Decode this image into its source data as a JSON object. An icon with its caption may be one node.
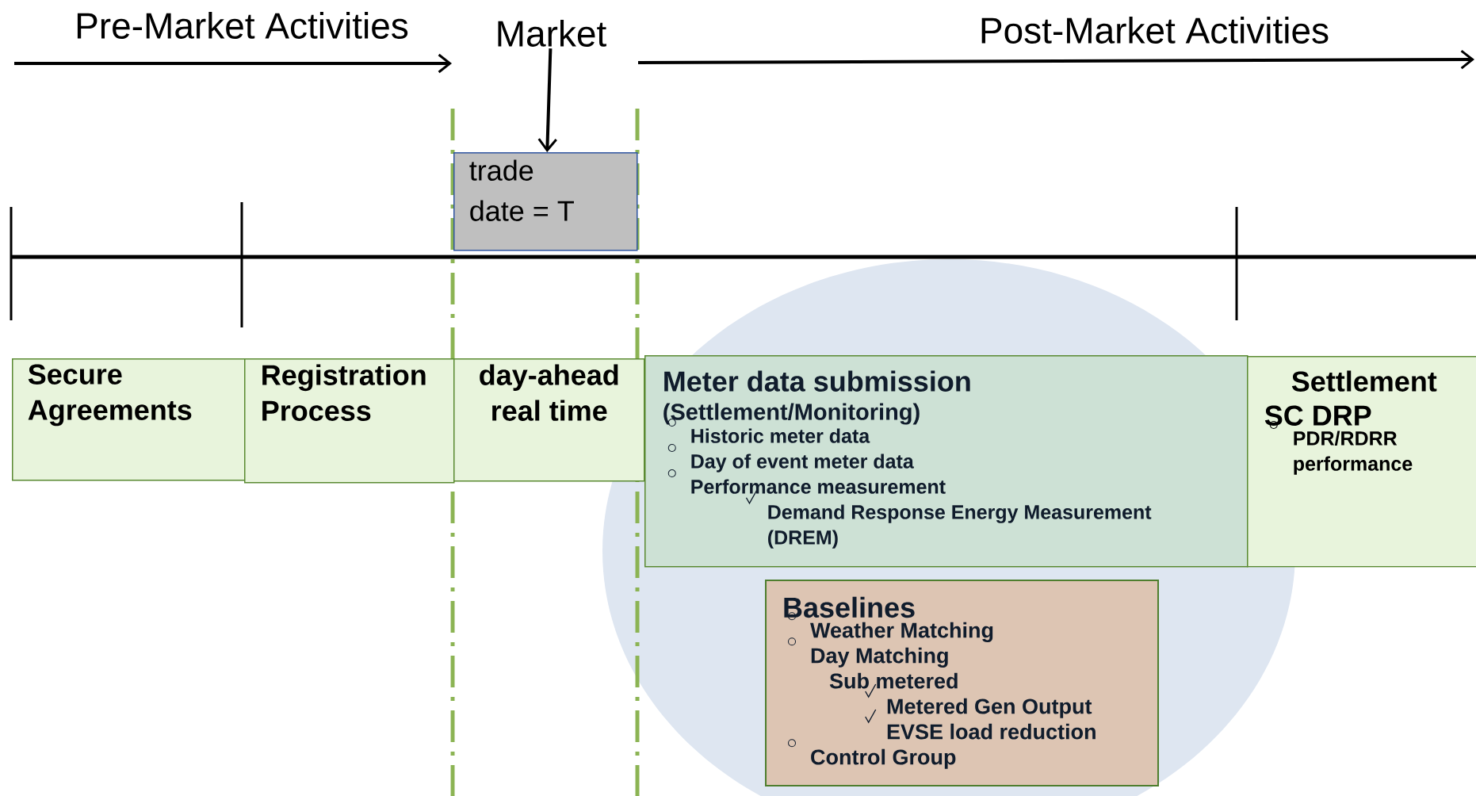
{
  "diagram": {
    "nodes": [
      {
        "text": [
          "Market"
        ]
      },
      {
        "text": [
          "trade date = T"
        ]
      },
      {
        "text": [
          "Secure Agreements"
        ]
      },
      {
        "text": [
          "Registration Process"
        ]
      },
      {
        "text": [
          "day-ahead real time"
        ]
      },
      {
        "text": [
          "Meter data submission",
          "(Settlement/Monitoring)",
          "Historic meter data",
          "Day of event meter data",
          "Performance measurement",
          "Demand Response Energy Measurement (DREM)"
        ]
      },
      {
        "text": [
          "Settlement",
          "SC DRP",
          "PDR/RDRR performance"
        ]
      },
      {
        "text": [
          "Baselines",
          "Weather Matching",
          "Day Matching",
          "Sub metered",
          "Metered Gen Output",
          "EVSE load reduction",
          "Control Group"
        ]
      }
    ],
    "edges": [
      {
        "from": 0,
        "to": 1,
        "arrow": "to"
      }
    ],
    "labels": [
      "Pre-Market Activities",
      "Post-Market Activities"
    ]
  }
}
